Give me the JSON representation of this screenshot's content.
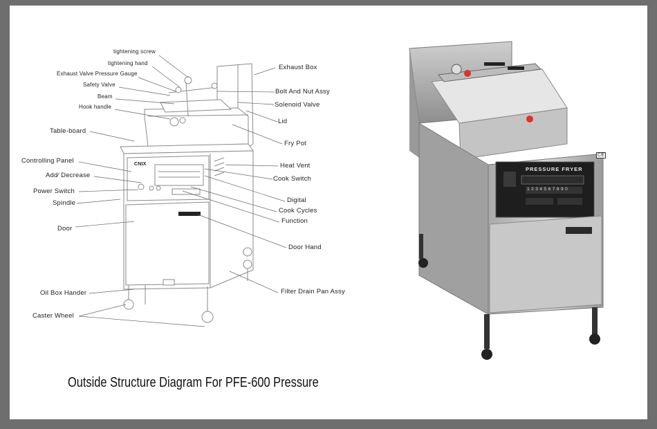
{
  "title": "Outside Structure Diagram For PFE-600 Pressure",
  "brand_mark": "CNIX",
  "photo": {
    "panel_heading": "PRESSURE FRYER",
    "badge": "CE",
    "keypad_digits": [
      "1",
      "2",
      "3",
      "4",
      "5",
      "6",
      "7",
      "8",
      "9",
      "0"
    ]
  },
  "labels_left": {
    "tightening_screw": "tightening screw",
    "tightening_hand": "tightening hand",
    "exhaust_valve_pressure_gauge": "Exhaust Valve Pressure Gauge",
    "safety_valve": "Safety Valve",
    "beam": "Beam",
    "hook_handle": "Hook handle",
    "table_board": "Table-board",
    "controlling_panel": "Controlling  Panel",
    "add_decrease": "Add⁄ Decrease",
    "power_switch": "Power  Switch",
    "spindle": "Spindle",
    "door": "Door",
    "oil_box_hander": "Oil Box Hander",
    "caster_wheel": "Caster  Wheel"
  },
  "labels_right": {
    "exhaust_box": "Exhaust Box",
    "bolt_and_nut_assy": "Bolt And Nut Assy",
    "solenoid_valve": "Solenoid Valve",
    "lid": "Lid",
    "fry_pot": "Fry Pot",
    "heat_vent": "Heat Vent",
    "cook_switch": "Cook Switch",
    "digital": "Digital",
    "cook_cycles": "Cook Cycles",
    "function": "Function",
    "door_hand": "Door Hand",
    "filter_drain_pan_assy": "Filter Drain Pan Assy"
  }
}
